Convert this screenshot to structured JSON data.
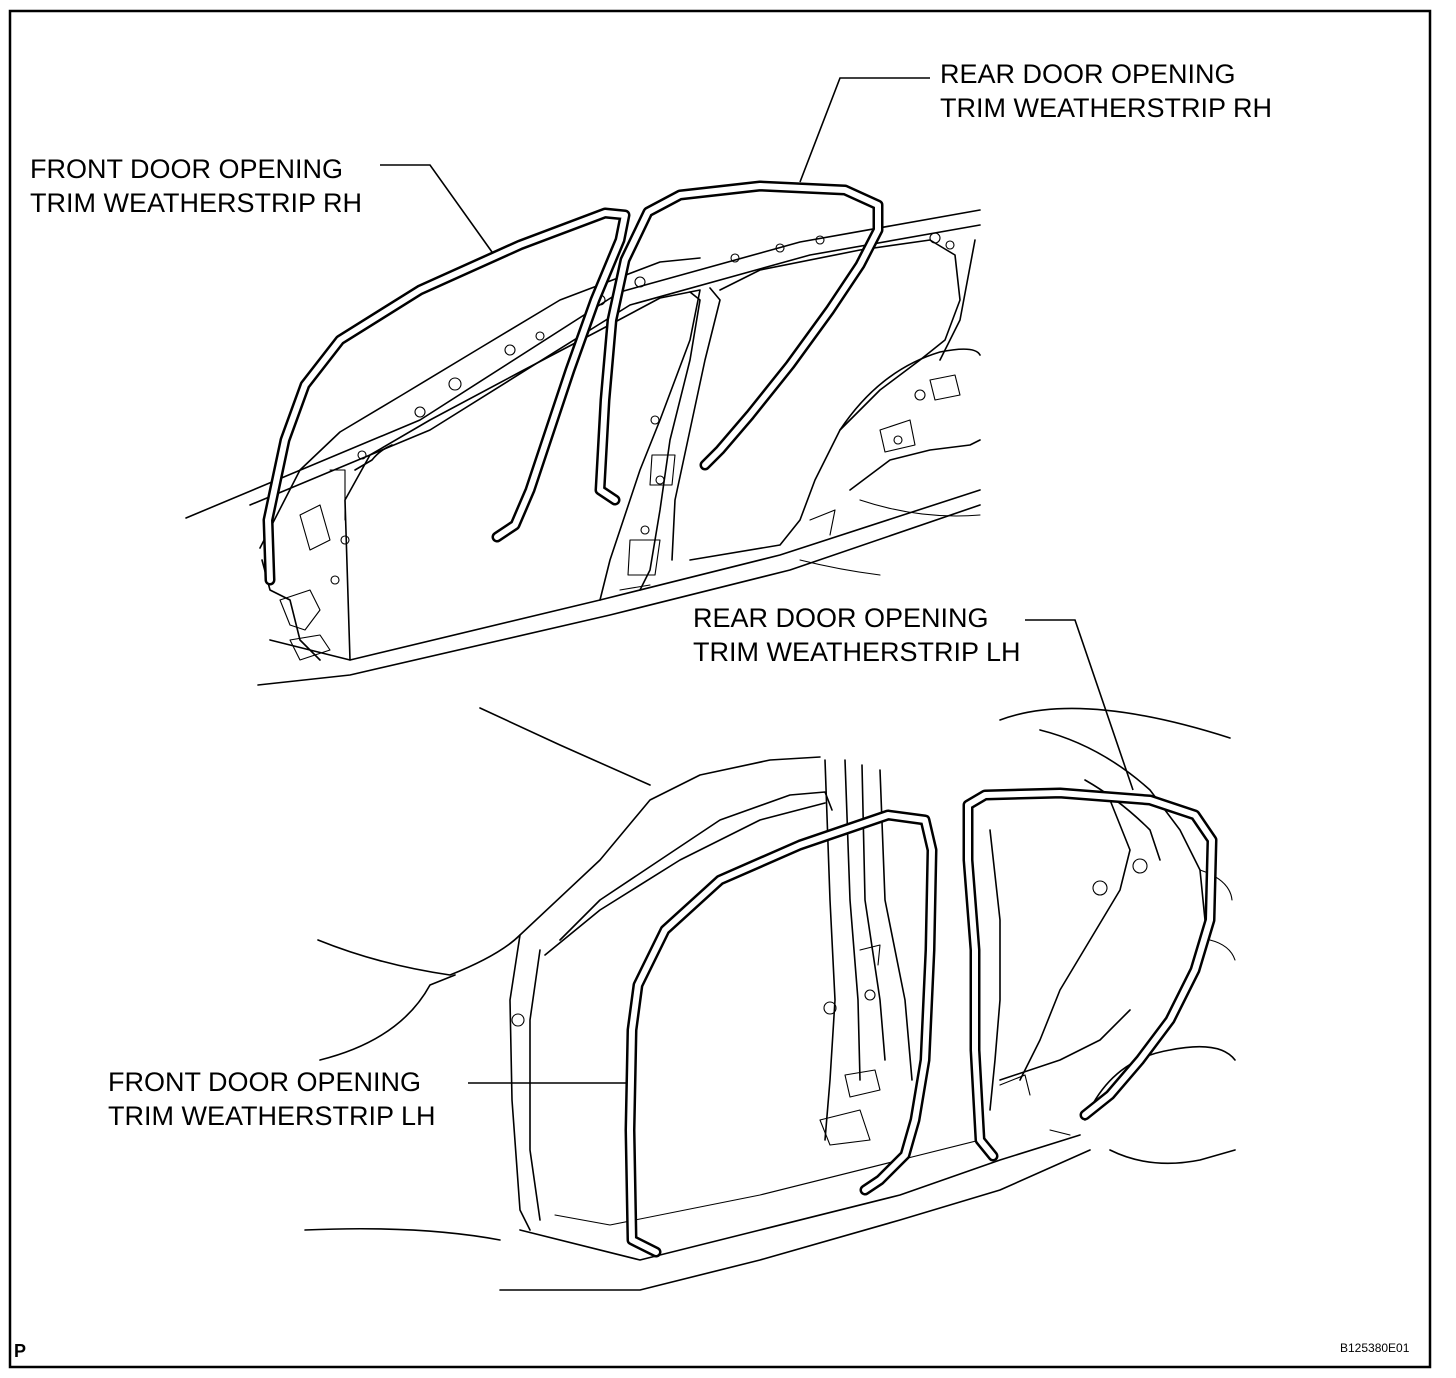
{
  "callouts": {
    "front_rh": {
      "line1": "FRONT DOOR OPENING",
      "line2": "TRIM WEATHERSTRIP RH"
    },
    "rear_rh": {
      "line1": "REAR DOOR OPENING",
      "line2": "TRIM WEATHERSTRIP RH"
    },
    "rear_lh": {
      "line1": "REAR DOOR OPENING",
      "line2": "TRIM WEATHERSTRIP LH"
    },
    "front_lh": {
      "line1": "FRONT DOOR OPENING",
      "line2": "TRIM WEATHERSTRIP LH"
    }
  },
  "corner_mark": "P",
  "figure_id": "B125380E01",
  "colors": {
    "ink": "#000000",
    "paper": "#ffffff"
  }
}
